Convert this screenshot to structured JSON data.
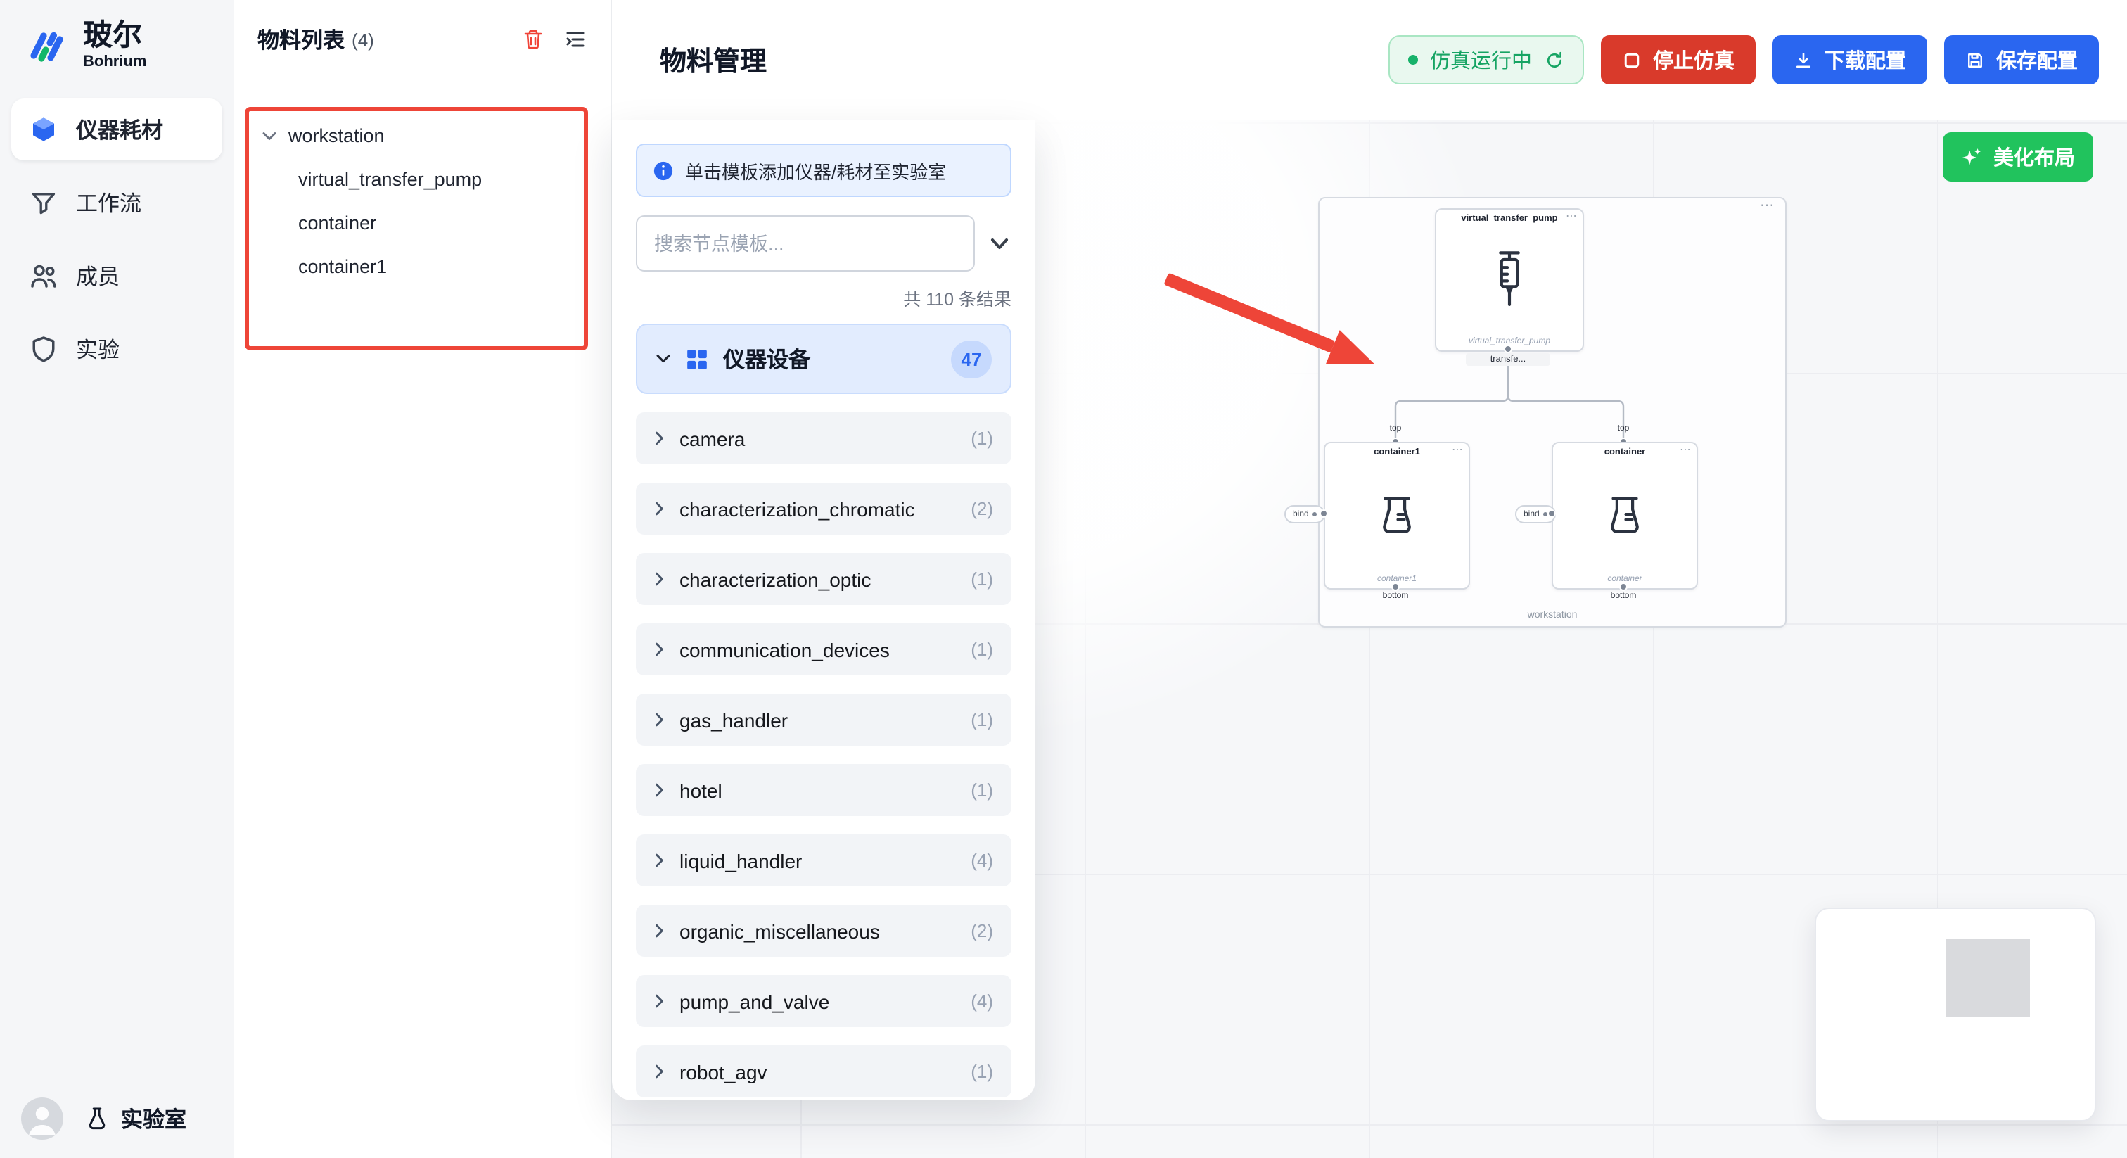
{
  "brand": {
    "name": "玻尔",
    "subtitle": "Bohrium"
  },
  "colors": {
    "primary_blue": "#2a66f0",
    "danger_red": "#d93a2b",
    "success_green": "#17b26a",
    "beautify_green": "#21c35d",
    "annotation_red": "#ee4538"
  },
  "glyphs": {
    "more": "⋯"
  },
  "sidebar": {
    "items": [
      {
        "label": "仪器耗材"
      },
      {
        "label": "工作流"
      },
      {
        "label": "成员"
      },
      {
        "label": "实验"
      }
    ],
    "lab_label": "实验室"
  },
  "materials_panel": {
    "title": "物料列表",
    "count": "(4)",
    "tree_root": "workstation",
    "tree_children": [
      "virtual_transfer_pump",
      "container",
      "container1"
    ]
  },
  "header": {
    "title": "物料管理",
    "status_label": "仿真运行中",
    "stop_label": "停止仿真",
    "download_label": "下载配置",
    "save_label": "保存配置"
  },
  "template_panel": {
    "info_text": "单击模板添加仪器/耗材至实验室",
    "search_placeholder": "搜索节点模板...",
    "results_text": "共 110 条结果",
    "section_label": "仪器设备",
    "section_count": "47",
    "categories": [
      {
        "name": "camera",
        "count": "(1)"
      },
      {
        "name": "characterization_chromatic",
        "count": "(2)"
      },
      {
        "name": "characterization_optic",
        "count": "(1)"
      },
      {
        "name": "communication_devices",
        "count": "(1)"
      },
      {
        "name": "gas_handler",
        "count": "(1)"
      },
      {
        "name": "hotel",
        "count": "(1)"
      },
      {
        "name": "liquid_handler",
        "count": "(4)"
      },
      {
        "name": "organic_miscellaneous",
        "count": "(2)"
      },
      {
        "name": "pump_and_valve",
        "count": "(4)"
      },
      {
        "name": "robot_agv",
        "count": "(1)"
      }
    ]
  },
  "canvas": {
    "beautify_label": "美化布局",
    "workstation_label": "workstation",
    "pump": {
      "title": "virtual_transfer_pump",
      "caption": "virtual_transfer_pump",
      "port_label": "transfe..."
    },
    "containers": [
      {
        "title": "container1",
        "caption": "container1",
        "top_label": "top",
        "bottom_label": "bottom",
        "bind_label": "bind"
      },
      {
        "title": "container",
        "caption": "container",
        "top_label": "top",
        "bottom_label": "bottom",
        "bind_label": "bind"
      }
    ]
  }
}
